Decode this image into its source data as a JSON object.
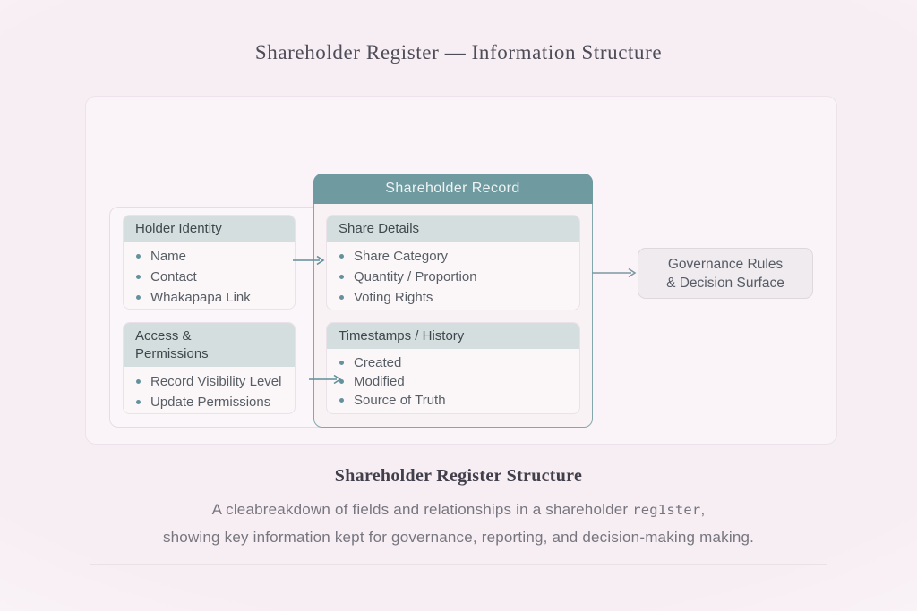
{
  "title": "Shareholder Register — Information Structure",
  "diagram": {
    "left_boxes": [
      {
        "header": "Holder Identity",
        "items": [
          "Name",
          "Contact",
          "Whakapapa Link"
        ]
      },
      {
        "header": "Access &\nPermissions",
        "items": [
          "Record Visibility Level",
          "Update Permissions"
        ]
      }
    ],
    "record": {
      "title": "Shareholder Record",
      "sections": [
        {
          "header": "Share Details",
          "items": [
            "Share Category",
            "Quantity / Proportion",
            "Voting Rights"
          ]
        },
        {
          "header": "Timestamps / History",
          "items": [
            "Created",
            "Modified",
            "Source of Truth"
          ]
        }
      ]
    },
    "output_box": {
      "line1": "Governance Rules",
      "line2": "& Decision Surface"
    }
  },
  "caption": {
    "heading": "Shareholder Register Structure",
    "line1_prefix": "A cleabreakdown of fields and relationships in a shareholder ",
    "line1_mono": "reg1ster",
    "line1_suffix": ",",
    "line2": "showing key information kept for governance, reporting, and decision-making making."
  },
  "colors": {
    "accent_teal": "#6f9aa0",
    "section_header_bg": "#d5dede",
    "bullet_dot": "#63929c",
    "record_border": "#84a7ac",
    "page_background": "#f7eef3"
  }
}
